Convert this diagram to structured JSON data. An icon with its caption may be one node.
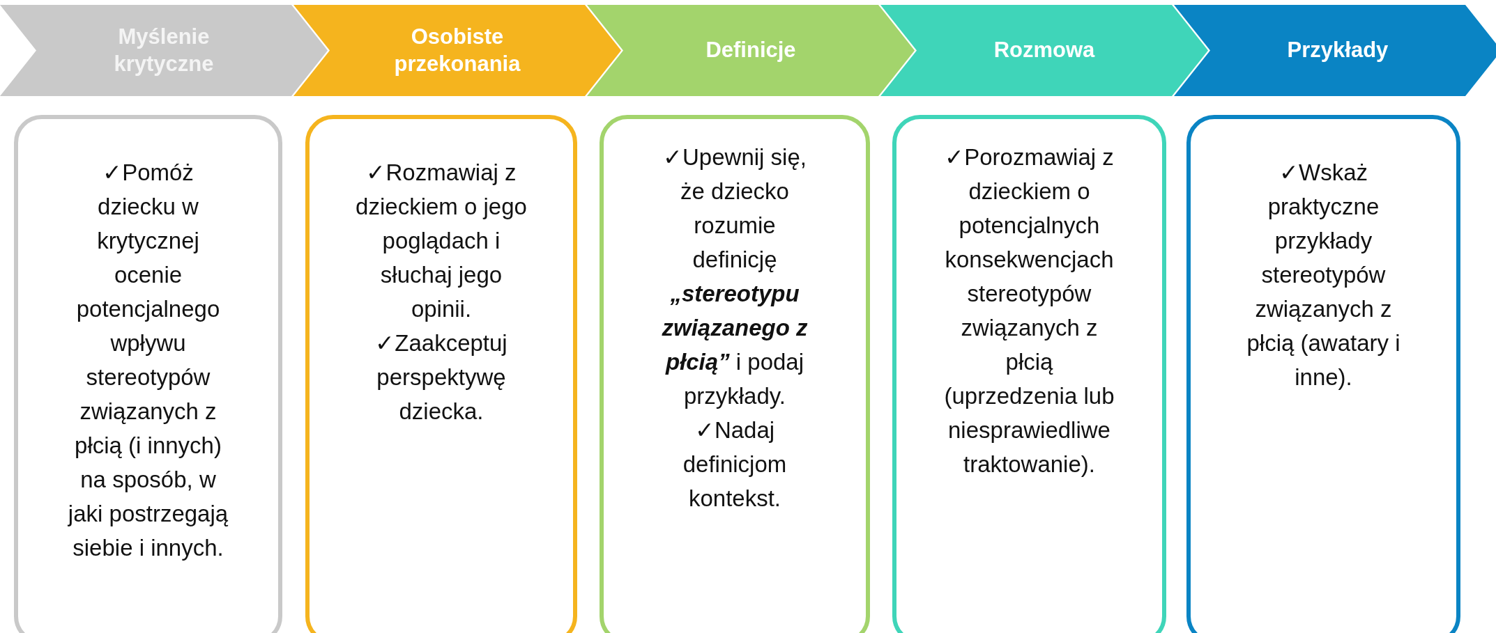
{
  "diagram": {
    "nodes": [
      {
        "text": [
          "Myślenie krytyczne"
        ]
      },
      {
        "text": [
          "Osobiste przekonania"
        ]
      },
      {
        "text": [
          "Definicje"
        ]
      },
      {
        "text": [
          "Rozmowa"
        ]
      },
      {
        "text": [
          "Przykłady"
        ]
      },
      {
        "text": [
          "✓Pomóż dziecku  w krytycznej ocenie potencjalnego wpływu stereotypów związanych z płcią (i innych) na sposób, w jaki postrzegają siebie i innych."
        ]
      },
      {
        "text": [
          "✓Rozmawiaj z dzieckiem o jego poglądach i słuchaj jego opinii.",
          "✓Zaakceptuj perspektywę dziecka."
        ]
      },
      {
        "text": [
          "✓Upewnij się, że dziecko rozumie definicję *„stereotypu związanego z płcią”* i podaj przykłady.",
          "✓Nadaj definicjom kontekst."
        ]
      },
      {
        "text": [
          "✓Porozmawiaj z dzieckiem o potencjalnych konsekwencjach stereotypów związanych z płcią (uprzedzenia lub niesprawiedliwe traktowanie)."
        ]
      },
      {
        "text": [
          "✓Wskaż praktyczne przykłady stereotypów związanych z płcią (awatary i inne)."
        ]
      }
    ]
  }
}
